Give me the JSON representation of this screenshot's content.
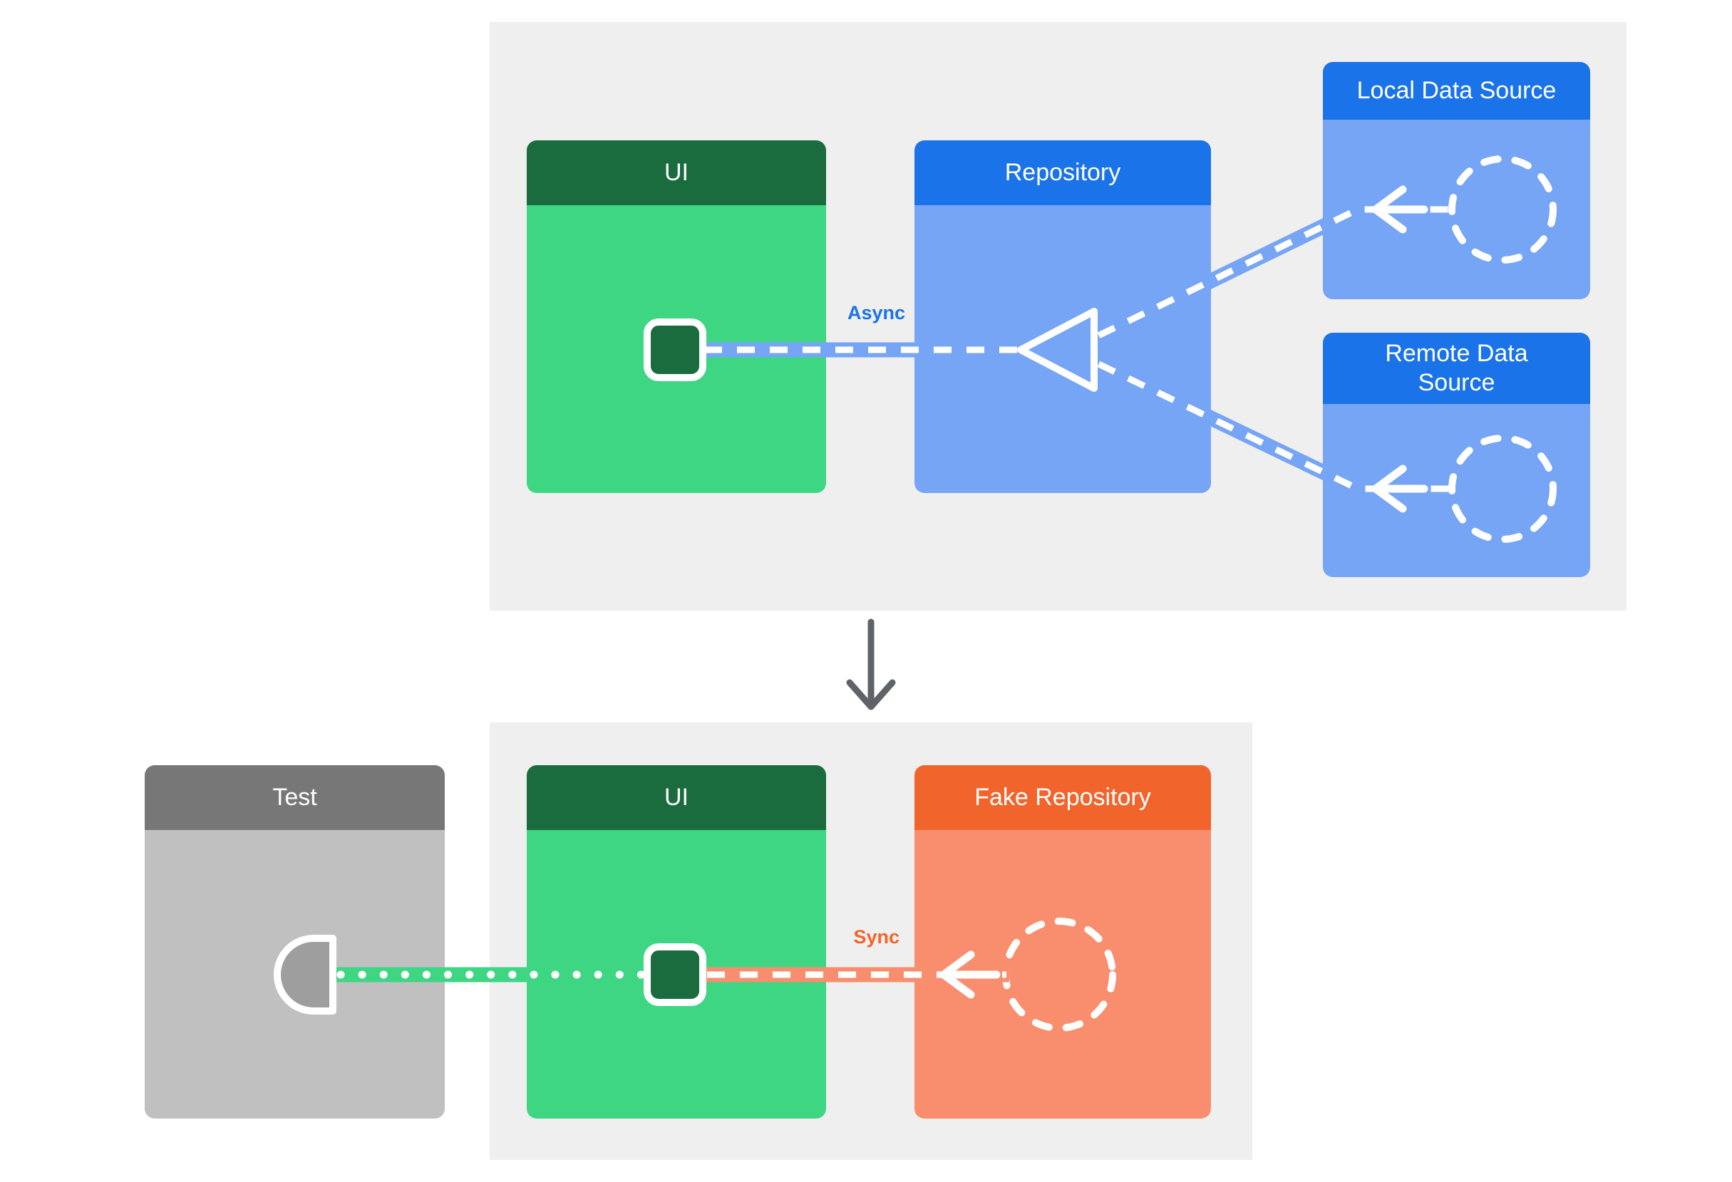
{
  "colors": {
    "page_bg": "#ffffff",
    "panel_bg": "#efefef",
    "green_header": "#1a6c3e",
    "green_body": "#3fd683",
    "blue_header": "#1a73e8",
    "blue_body": "#76a5f5",
    "orange_header": "#f1652c",
    "orange_body": "#f88e6d",
    "gray_header": "#777777",
    "gray_body": "#c0c0c0",
    "socket_gray": "#9e9e9e",
    "arrow_gray": "#5f6368"
  },
  "top_diagram": {
    "ui_title": "UI",
    "repository_title": "Repository",
    "local_data_source_title": "Local Data Source",
    "remote_data_source_title": "Remote Data Source",
    "async_label": "Async"
  },
  "bottom_diagram": {
    "test_title": "Test",
    "ui_title": "UI",
    "fake_repository_title": "Fake Repository",
    "sync_label": "Sync"
  },
  "icons": {
    "triangle_connector": "hollow-left-triangle",
    "data_source_circle": "dashed-circle",
    "left_arrow": "←",
    "down_arrow": "↓",
    "module_square": "rounded-square",
    "test_socket": "half-circle-socket"
  }
}
